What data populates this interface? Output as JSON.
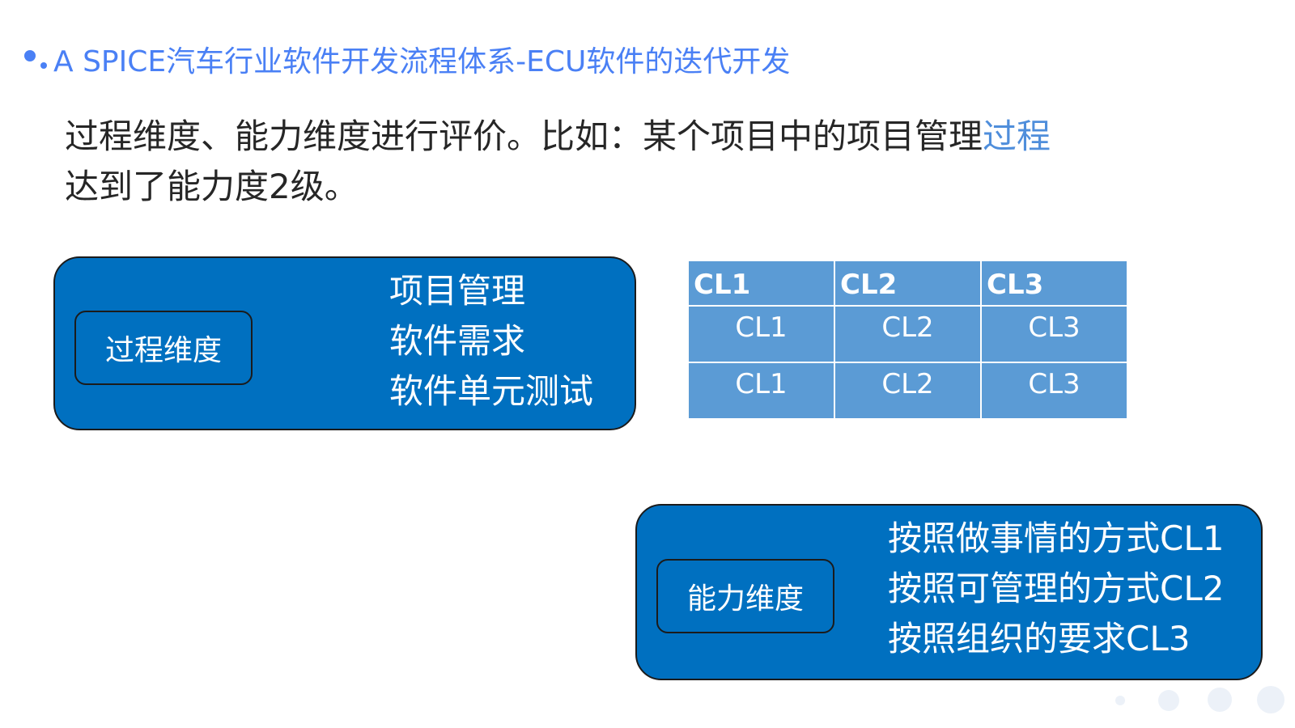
{
  "title": {
    "text": "A SPICE汽车行业软件开发流程体系-ECU软件的迭代开发"
  },
  "intro": {
    "line1_main": "过程维度、能力维度进行评价。比如：某个项目中的项目管理",
    "line1_highlight": "过程",
    "line2": "达到了能力度2级。"
  },
  "process_panel": {
    "label": "过程维度",
    "items": [
      "项目管理",
      "软件需求",
      "软件单元测试"
    ]
  },
  "capability_panel": {
    "label": "能力维度",
    "items": [
      "按照做事情的方式CL1",
      "按照可管理的方式CL2",
      "按照组织的要求CL3"
    ]
  },
  "cl_table": {
    "headers": [
      "CL1",
      "CL2",
      "CL3"
    ],
    "rows": [
      [
        "CL1",
        "CL2",
        "CL3"
      ],
      [
        "CL1",
        "CL2",
        "CL3"
      ]
    ]
  },
  "colors": {
    "title_blue": "#4a80f5",
    "highlight_blue": "#4f8edb",
    "panel_blue": "#0070c0",
    "table_blue": "#5b9bd5"
  }
}
